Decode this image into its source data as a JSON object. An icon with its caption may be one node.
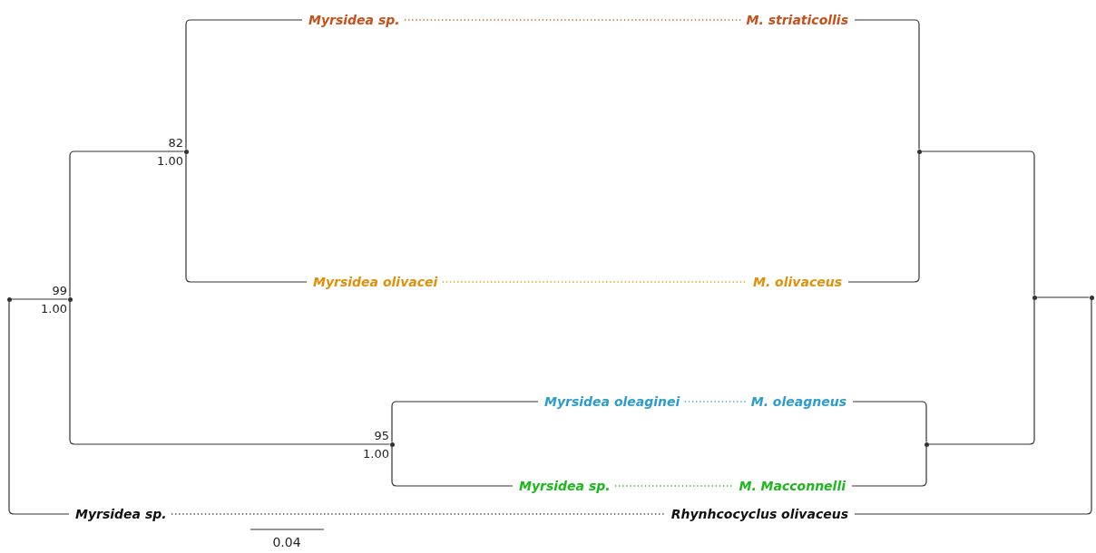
{
  "diagram": {
    "nodes": [
      {
        "text": [],
        "shape": "point"
      },
      {
        "text": [],
        "shape": "point",
        "beside": [
          "99",
          "1.00"
        ]
      },
      {
        "text": [],
        "shape": "point",
        "beside": [
          "82",
          "1.00"
        ]
      },
      {
        "text": [
          "Myrsidea sp."
        ]
      },
      {
        "text": [
          "M. striaticollis"
        ]
      },
      {
        "text": [
          "Myrsidea olivacei"
        ]
      },
      {
        "text": [
          "M. olivaceus"
        ]
      },
      {
        "text": [],
        "shape": "point",
        "beside": [
          "95",
          "1.00"
        ]
      },
      {
        "text": [
          "Myrsidea oleaginei"
        ]
      },
      {
        "text": [
          "M. oleagneus"
        ]
      },
      {
        "text": [
          "Myrsidea sp."
        ]
      },
      {
        "text": [
          "M. Macconnelli"
        ]
      },
      {
        "text": [
          "Myrsidea sp."
        ]
      },
      {
        "text": [
          "Rhynhcocyclus olivaceus"
        ]
      },
      {
        "text": [],
        "shape": "point"
      },
      {
        "text": [],
        "shape": "point"
      },
      {
        "text": [],
        "shape": "point"
      },
      {
        "text": [],
        "shape": "point"
      }
    ],
    "edges": [
      {
        "from": 0,
        "to": 1,
        "arrow": "none"
      },
      {
        "from": 0,
        "to": 12,
        "arrow": "none"
      },
      {
        "from": 1,
        "to": 2,
        "arrow": "none"
      },
      {
        "from": 1,
        "to": 7,
        "arrow": "none"
      },
      {
        "from": 2,
        "to": 3,
        "arrow": "none"
      },
      {
        "from": 2,
        "to": 5,
        "arrow": "none"
      },
      {
        "from": 7,
        "to": 8,
        "arrow": "none"
      },
      {
        "from": 7,
        "to": 10,
        "arrow": "none"
      },
      {
        "from": 3,
        "to": 4,
        "arrow": "none",
        "style": "dashed",
        "color": "#c8501a"
      },
      {
        "from": 5,
        "to": 6,
        "arrow": "none",
        "style": "dashed",
        "color": "#e0900a"
      },
      {
        "from": 8,
        "to": 9,
        "arrow": "none",
        "style": "dashed",
        "color": "#2f9ccc"
      },
      {
        "from": 10,
        "to": 11,
        "arrow": "none",
        "style": "dashed",
        "color": "#1cb81c"
      },
      {
        "from": 12,
        "to": 13,
        "arrow": "none",
        "style": "dashed"
      },
      {
        "from": 14,
        "to": 4,
        "arrow": "none"
      },
      {
        "from": 14,
        "to": 6,
        "arrow": "none"
      },
      {
        "from": 15,
        "to": 9,
        "arrow": "none"
      },
      {
        "from": 15,
        "to": 11,
        "arrow": "none"
      },
      {
        "from": 16,
        "to": 14,
        "arrow": "none"
      },
      {
        "from": 16,
        "to": 15,
        "arrow": "none"
      },
      {
        "from": 17,
        "to": 16,
        "arrow": "none"
      },
      {
        "from": 17,
        "to": 13,
        "arrow": "none"
      }
    ],
    "labels": [
      "0.04"
    ]
  }
}
